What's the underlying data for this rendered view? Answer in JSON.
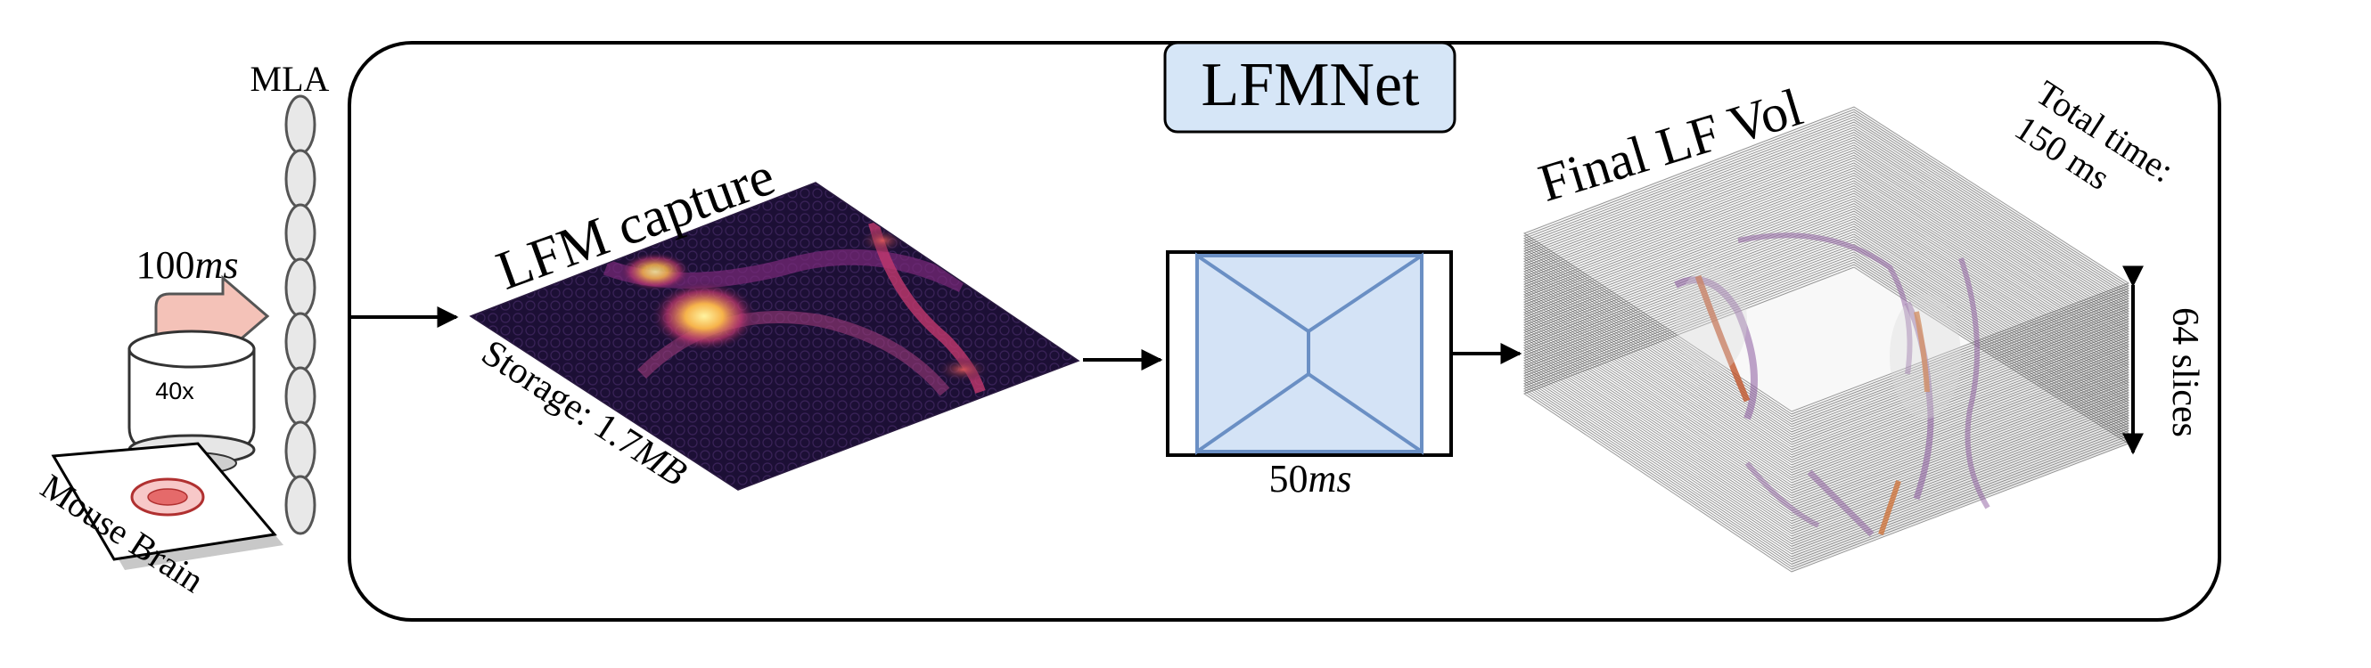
{
  "title": "LFMNet",
  "microscope": {
    "mla_label": "MLA",
    "objective_label": "40x",
    "exposure_value": "100",
    "exposure_unit": "ms",
    "sample_label": "Mouse Brain"
  },
  "capture": {
    "title": "LFM capture",
    "storage_prefix": "Storage: 1.7",
    "storage_unit": "MB"
  },
  "network": {
    "time_value": "50",
    "time_unit": "ms"
  },
  "volume": {
    "title": "Final LF Vol",
    "total_time_line1": "Total time:",
    "total_time_line2": "150 ms",
    "slices_label": "64 slices",
    "slice_count": 64
  },
  "colors": {
    "title_box_fill": "#d6e6f7",
    "network_fill": "#d4e3f6",
    "network_stroke": "#6a8fc4",
    "capture_bg": "#1c0f35",
    "capture_hot": "#f4d35e",
    "capture_mid": "#b5367a",
    "volume_trace": "#8b5a9e",
    "arrow_fill": "#f4c2b8"
  }
}
